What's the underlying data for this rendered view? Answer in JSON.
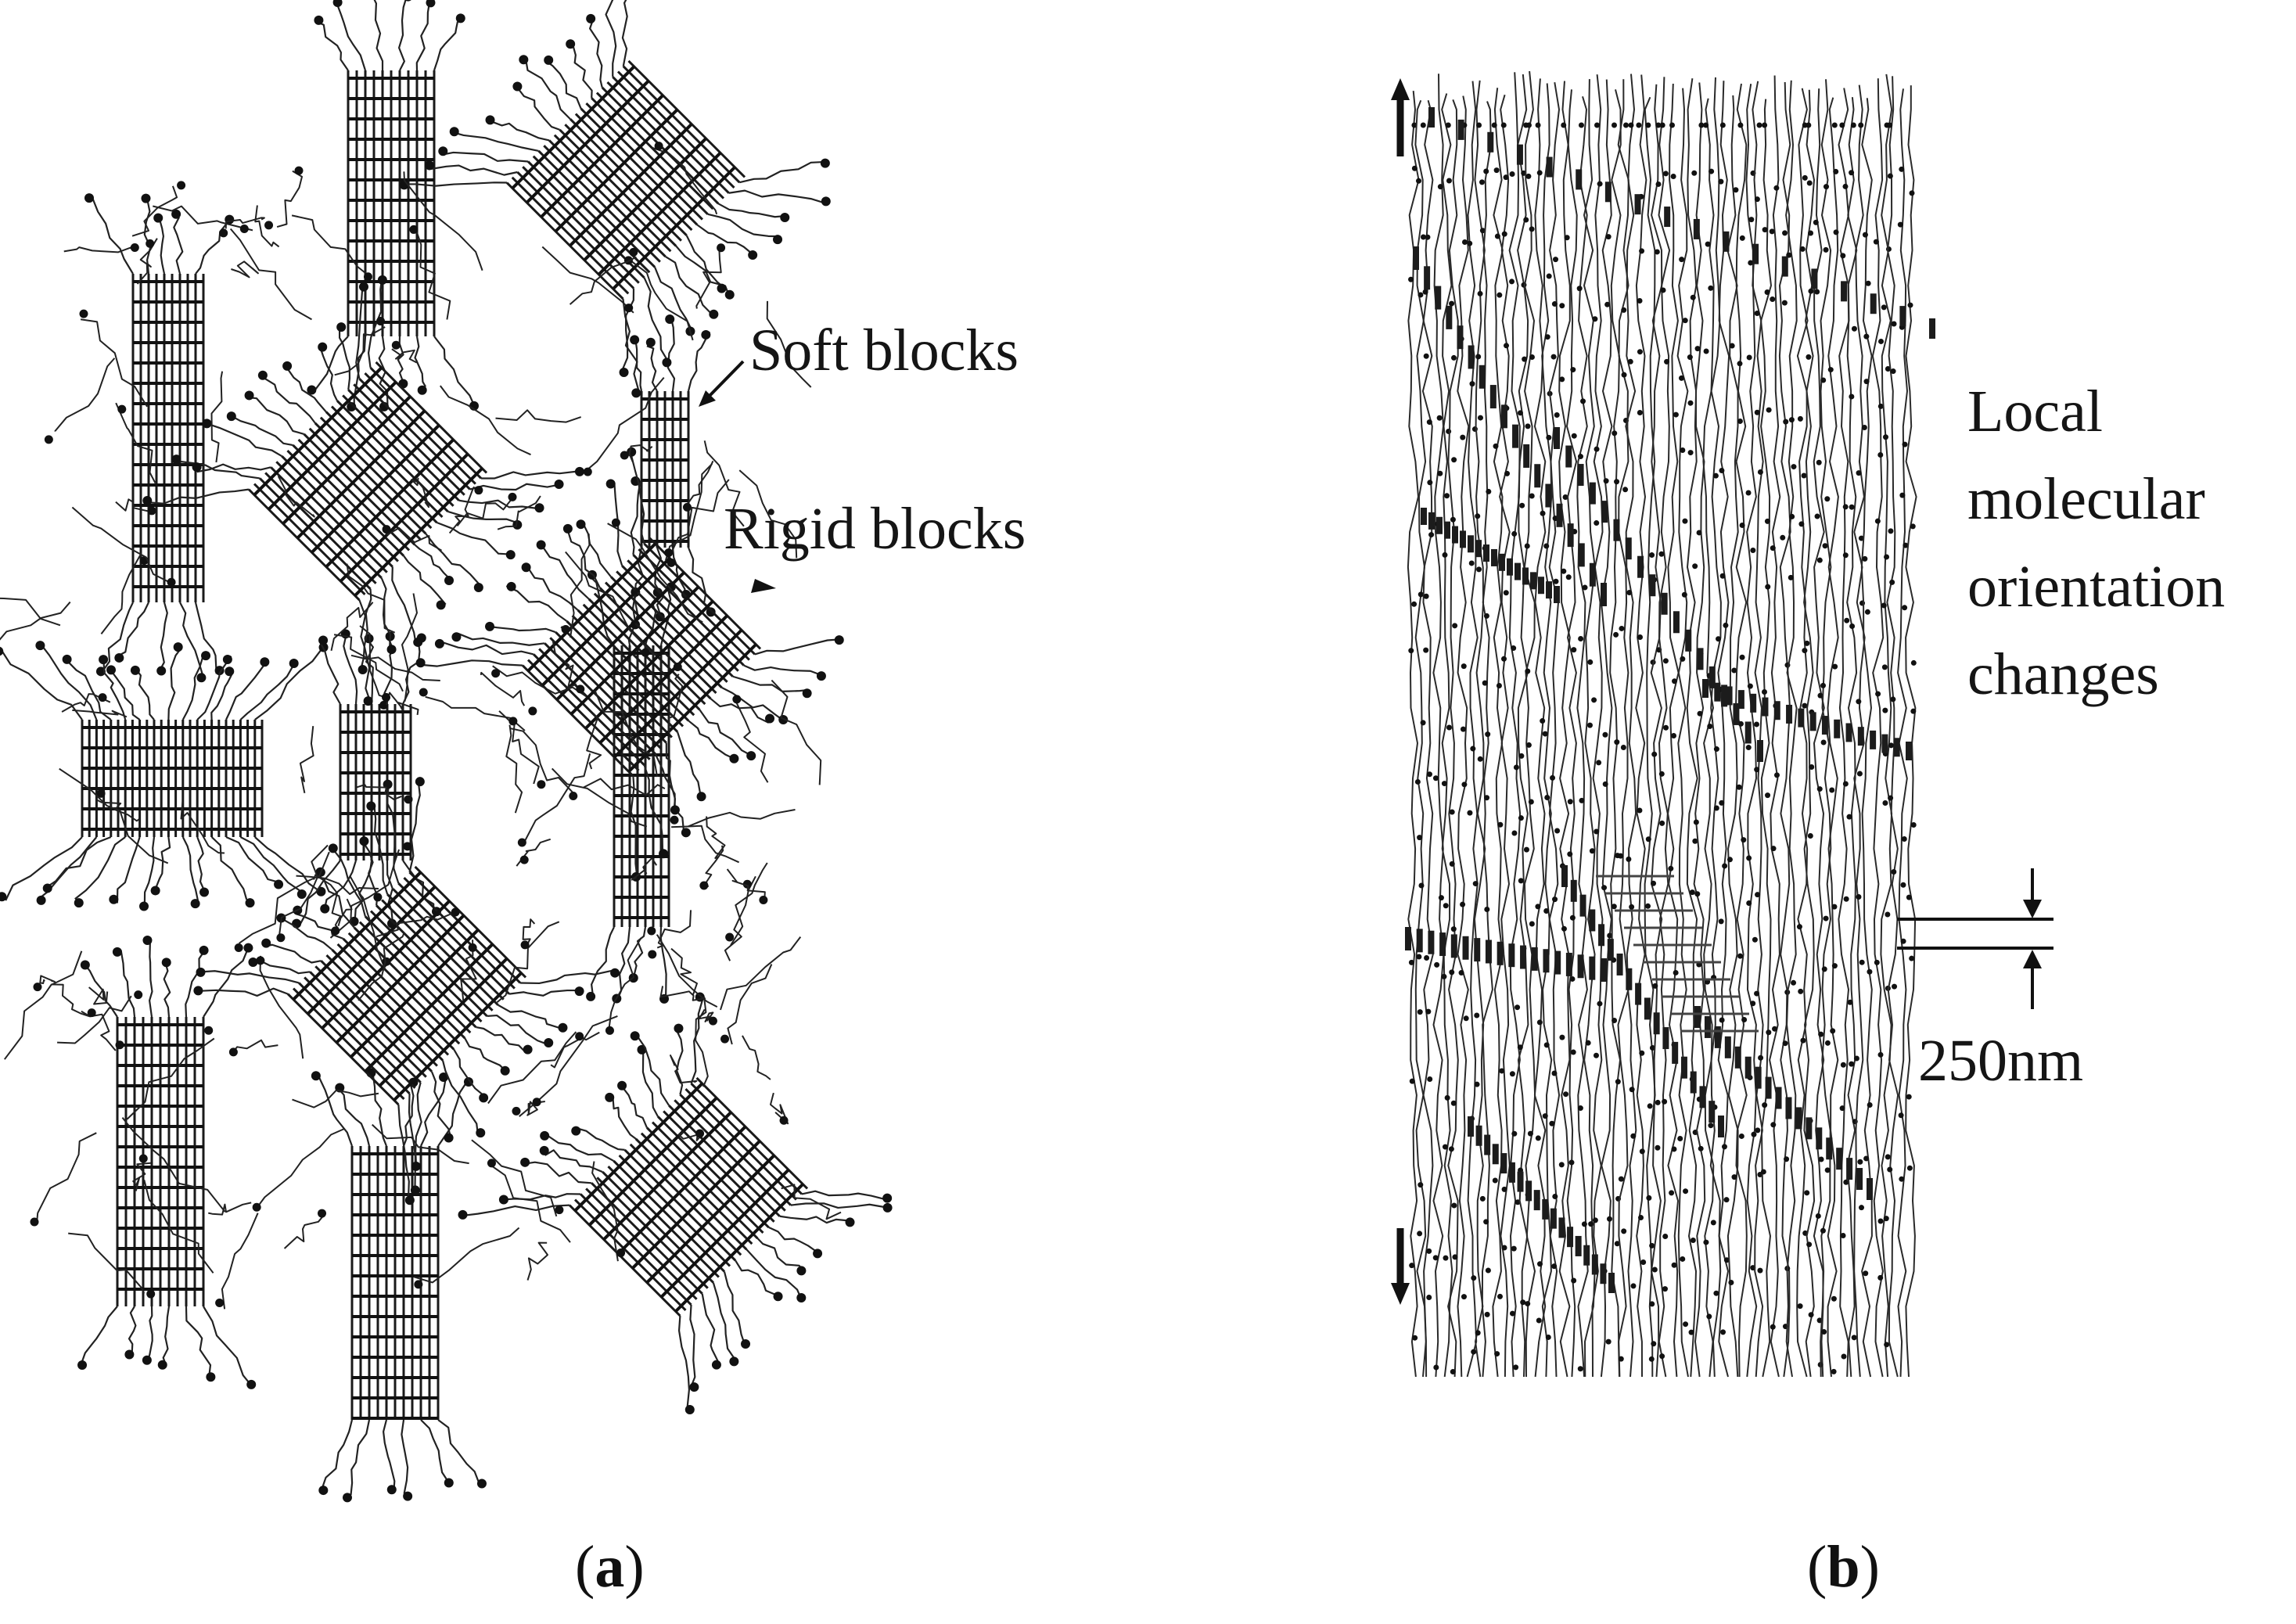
{
  "panel_a": {
    "label_soft": "Soft blocks",
    "label_rigid": "Rigid blocks",
    "caption_letter": "a"
  },
  "panel_b": {
    "label_lines": [
      "Local",
      "molecular",
      "orientation",
      "changes"
    ],
    "label_scale": "250nm",
    "caption_letter": "b"
  }
}
